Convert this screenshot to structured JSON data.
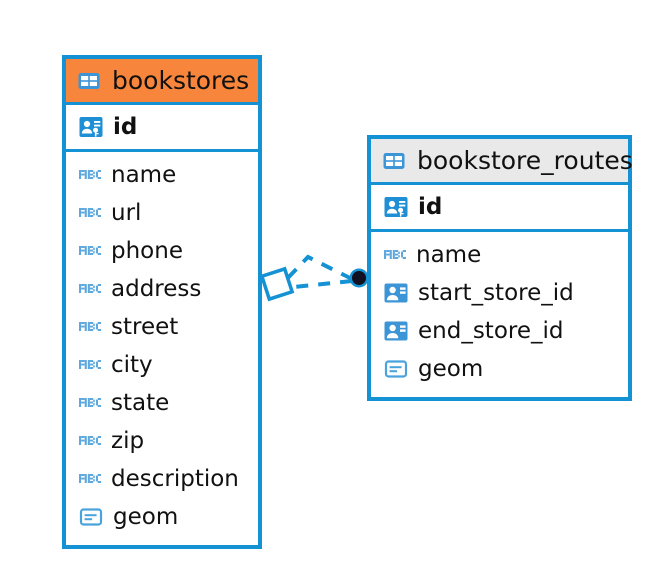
{
  "diagram": {
    "kind": "entity-relationship-diagram",
    "background_color": "#ffffff",
    "accent_color": "#1592D3",
    "tables": [
      {
        "name": "bookstores",
        "header_color": "#F7863C",
        "header_icon": "table-icon",
        "primary_key": {
          "label": "id",
          "icon": "primary-key-icon"
        },
        "fields": [
          {
            "label": "name",
            "icon": "text-type-icon"
          },
          {
            "label": "url",
            "icon": "text-type-icon"
          },
          {
            "label": "phone",
            "icon": "text-type-icon"
          },
          {
            "label": "address",
            "icon": "text-type-icon"
          },
          {
            "label": "street",
            "icon": "text-type-icon"
          },
          {
            "label": "city",
            "icon": "text-type-icon"
          },
          {
            "label": "state",
            "icon": "text-type-icon"
          },
          {
            "label": "zip",
            "icon": "text-type-icon"
          },
          {
            "label": "description",
            "icon": "text-type-icon"
          },
          {
            "label": "geom",
            "icon": "geometry-type-icon"
          }
        ]
      },
      {
        "name": "bookstore_routes",
        "header_color": "#E9E9E9",
        "header_icon": "table-icon",
        "primary_key": {
          "label": "id",
          "icon": "primary-key-icon"
        },
        "fields": [
          {
            "label": "name",
            "icon": "text-type-icon"
          },
          {
            "label": "start_store_id",
            "icon": "foreign-key-icon"
          },
          {
            "label": "end_store_id",
            "icon": "foreign-key-icon"
          },
          {
            "label": "geom",
            "icon": "geometry-type-icon"
          }
        ]
      }
    ],
    "relationships": [
      {
        "from_table": "bookstore_routes",
        "from_field": "start_store_id",
        "to_table": "bookstores",
        "to_field": "id",
        "line_style": "dashed",
        "line_color": "#1592D3",
        "source_endpoint": "filled-circle",
        "target_endpoint": "diamond"
      },
      {
        "from_table": "bookstore_routes",
        "from_field": "end_store_id",
        "to_table": "bookstores",
        "to_field": "id",
        "line_style": "dashed",
        "line_color": "#1592D3",
        "source_endpoint": "filled-circle",
        "target_endpoint": "diamond"
      }
    ]
  }
}
